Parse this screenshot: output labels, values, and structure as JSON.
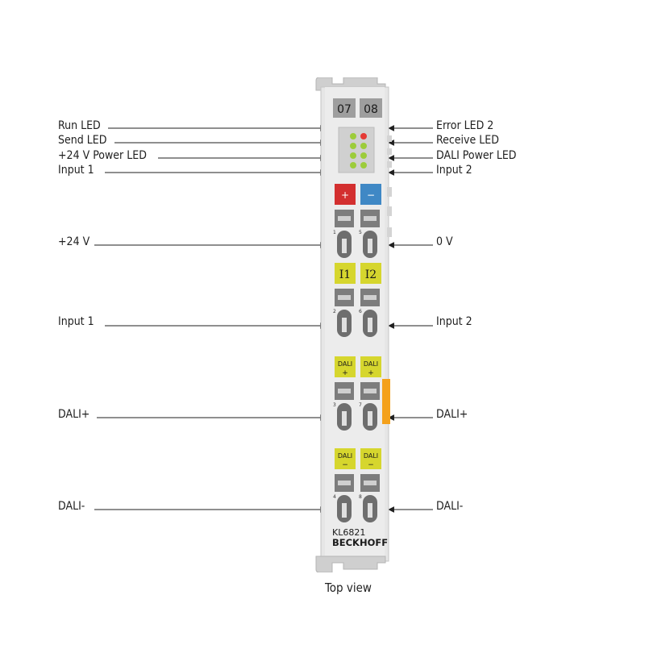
{
  "module": {
    "channel_labels": [
      "07",
      "08"
    ],
    "power_plus": "+",
    "power_minus": "−",
    "input_labels": [
      "I1",
      "I2"
    ],
    "dali_plus_labels": [
      "DALI",
      "+",
      "DALI",
      "+"
    ],
    "dali_minus_labels": [
      "DALI",
      "−",
      "DALI",
      "−"
    ],
    "terminal_numbers": [
      "1",
      "5",
      "2",
      "6",
      "3",
      "7",
      "4",
      "8"
    ],
    "model": "KL6821",
    "brand": "BECKHOFF"
  },
  "callouts_left": [
    {
      "label": "Run LED"
    },
    {
      "label": "Send LED"
    },
    {
      "label": "+24 V Power LED"
    },
    {
      "label": "Input 1"
    },
    {
      "label": "+24 V"
    },
    {
      "label": "Input 1"
    },
    {
      "label": "DALI+"
    },
    {
      "label": "DALI-"
    }
  ],
  "callouts_right": [
    {
      "label": "Error LED 2"
    },
    {
      "label": "Receive LED"
    },
    {
      "label": "DALI Power LED"
    },
    {
      "label": "Input 2"
    },
    {
      "label": "0 V"
    },
    {
      "label": "Input 2"
    },
    {
      "label": "DALI+"
    },
    {
      "label": "DALI-"
    }
  ],
  "caption": "Top view",
  "colors": {
    "housing": "#e6e6e6",
    "led_green": "#9ccc3a",
    "led_red": "#e53935",
    "plus_red": "#d32f2f",
    "minus_blue": "#3f88c5",
    "label_yellow": "#d6d62e",
    "latch_orange": "#f4a11b"
  }
}
